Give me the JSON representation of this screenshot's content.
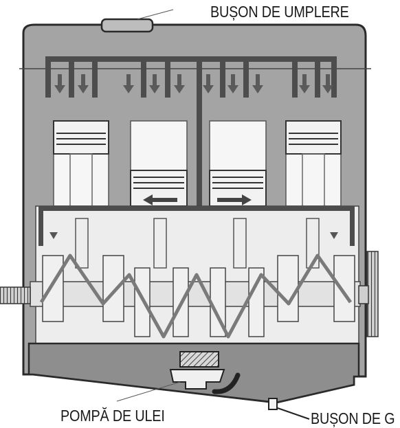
{
  "labels": {
    "filler_cap": "BUȘON DE UMPLERE",
    "oil_pump": "POMPĂ DE ULEI",
    "drain_cap": "BUȘON DE G"
  },
  "colors": {
    "block_gray": "#a4a4a4",
    "oil_dark": "#555555",
    "sump_oil": "#8e8e8e",
    "piston_white": "#f6f6f6",
    "ink": "#1a1a1a",
    "crank_line": "#7a7a7a"
  }
}
